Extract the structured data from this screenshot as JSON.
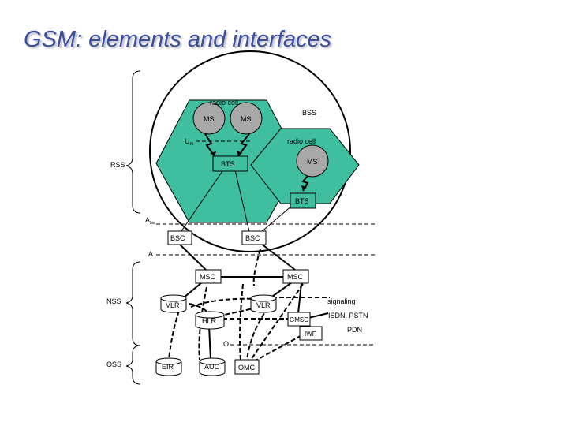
{
  "title": "GSM: elements and interfaces",
  "labels": {
    "radio_cell_1": "radio cell",
    "radio_cell_2": "radio cell",
    "bss": "BSS",
    "ms_1": "MS",
    "ms_2": "MS",
    "ms_3": "MS",
    "um": "U",
    "um_sub": "m",
    "bts_1": "BTS",
    "bts_2": "BTS",
    "rss": "RSS",
    "abis": "A",
    "abis_sub": "bis",
    "bsc_1": "BSC",
    "bsc_2": "BSC",
    "a_interface": "A",
    "msc_1": "MSC",
    "msc_2": "MSC",
    "nss": "NSS",
    "vlr_1": "VLR",
    "vlr_2": "VLR",
    "hlr": "HLR",
    "gmsc": "GMSC",
    "iwf": "IWF",
    "signaling": "signaling",
    "isdn_pstn": "ISDN, PSTN",
    "pdn": "PDN",
    "o_interface": "O",
    "oss": "OSS",
    "eir": "EIR",
    "auc": "AUC",
    "omc": "OMC"
  },
  "colors": {
    "cell_fill": "#3fbf9f",
    "ms_fill": "#a8a8a8",
    "title": "#3d4f9a"
  }
}
